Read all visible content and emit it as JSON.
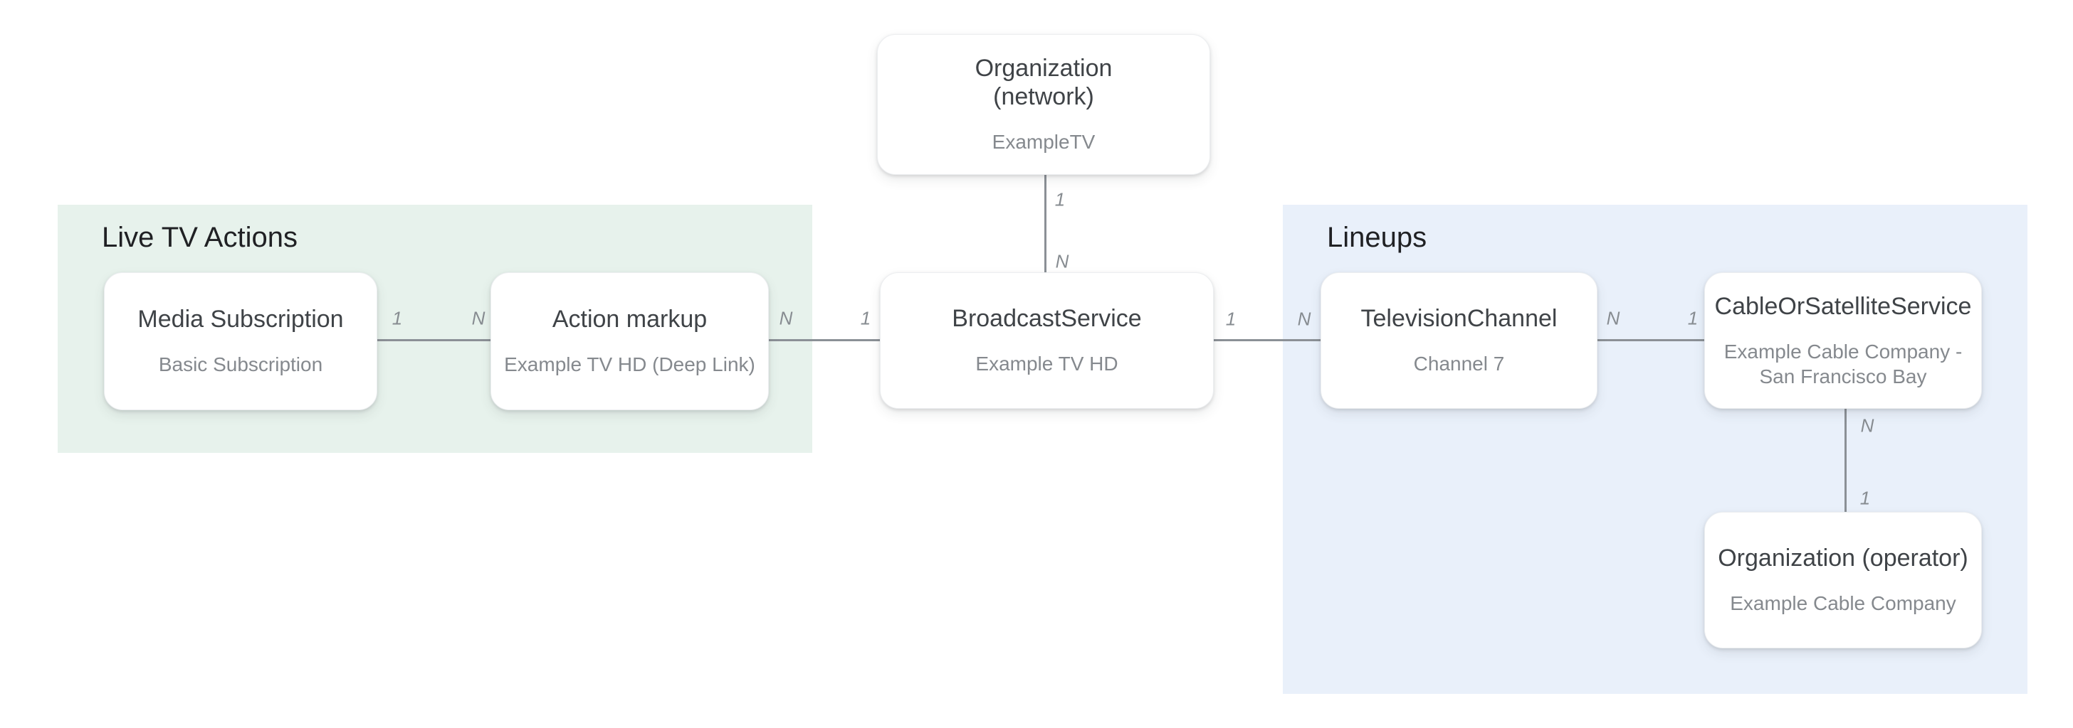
{
  "regions": {
    "live_tv_actions": {
      "title": "Live TV Actions"
    },
    "lineups": {
      "title": "Lineups"
    }
  },
  "entities": {
    "org_network": {
      "name": "Organization\n(network)",
      "example": "ExampleTV"
    },
    "media_subscription": {
      "name": "Media Subscription",
      "example": "Basic Subscription"
    },
    "action_markup": {
      "name": "Action markup",
      "example": "Example TV HD (Deep Link)"
    },
    "broadcast_service": {
      "name": "BroadcastService",
      "example": "Example TV HD"
    },
    "television_channel": {
      "name": "TelevisionChannel",
      "example": "Channel 7"
    },
    "cable_or_satellite_service": {
      "name": "CableOrSatelliteService",
      "example": "Example Cable Company -\nSan Francisco Bay"
    },
    "org_operator": {
      "name": "Organization (operator)",
      "example": "Example Cable Company"
    }
  },
  "connections": {
    "network_broadcast": {
      "from_label": "1",
      "to_label": "N"
    },
    "media_action": {
      "from_label": "1",
      "to_label": "N"
    },
    "action_broadcast": {
      "from_label": "N",
      "to_label": "1"
    },
    "broadcast_tv": {
      "from_label": "1",
      "to_label": "N"
    },
    "tv_cable": {
      "from_label": "N",
      "to_label": "1"
    },
    "cable_operator": {
      "from_label": "N",
      "to_label": "1"
    }
  },
  "colors": {
    "live_tv_actions_region_bg": "#e7f2ec",
    "lineups_region_bg": "#e9f0fa",
    "card_bg": "#ffffff",
    "connector_line": "#8b9096",
    "entity_name_text": "#3f4347",
    "entity_example_text": "#85898e",
    "region_title_text": "#202124",
    "cardinality_label_text": "#878c91"
  }
}
